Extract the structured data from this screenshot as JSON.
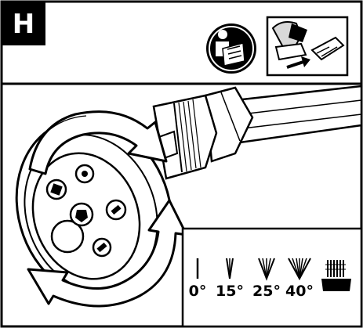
{
  "step_badge": {
    "letter": "H"
  },
  "icons": {
    "manual": "read-manual-icon",
    "battery": "battery-insert-icon"
  },
  "nozzle_angles": [
    {
      "label": "0°",
      "icon": "spray-0-degree-icon"
    },
    {
      "label": "15°",
      "icon": "spray-15-degree-icon"
    },
    {
      "label": "25°",
      "icon": "spray-25-degree-icon"
    },
    {
      "label": "40°",
      "icon": "spray-40-degree-icon"
    },
    {
      "label": "",
      "icon": "brush-icon"
    }
  ],
  "colors": {
    "ink": "#000000",
    "paper": "#ffffff",
    "shade": "#d9d9d9"
  }
}
